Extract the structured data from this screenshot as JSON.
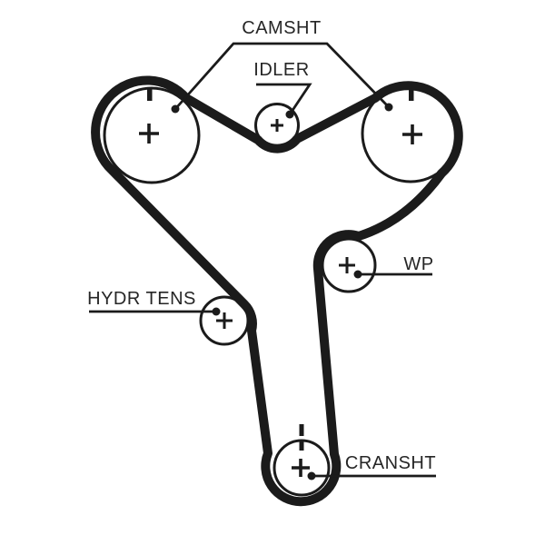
{
  "diagram_title": "timing-belt-routing-diagram",
  "colors": {
    "ink": "#1b1b1b",
    "text": "#262626",
    "background": "#ffffff"
  },
  "labels": {
    "camshaft": "CAMSHT",
    "idler": "IDLER",
    "water_pump": "WP",
    "hydraulic_tensioner": "HYDR TENS",
    "crankshaft": "CRANSHT"
  },
  "marks": {
    "center_mark": "+",
    "timing_tick": "|"
  },
  "pulleys": [
    {
      "id": "camshaft-left-pulley",
      "label": "CAMSHT",
      "center_mark": true,
      "timing_tick": true
    },
    {
      "id": "camshaft-right-pulley",
      "label": "CAMSHT",
      "center_mark": true,
      "timing_tick": true
    },
    {
      "id": "idler-pulley",
      "label": "IDLER",
      "center_mark": true,
      "timing_tick": false
    },
    {
      "id": "water-pump-pulley",
      "label": "WP",
      "center_mark": true,
      "timing_tick": false
    },
    {
      "id": "tensioner-pulley",
      "label": "HYDR TENS",
      "center_mark": true,
      "timing_tick": false
    },
    {
      "id": "crankshaft-pulley",
      "label": "CRANSHT",
      "center_mark": true,
      "timing_tick": true
    }
  ]
}
